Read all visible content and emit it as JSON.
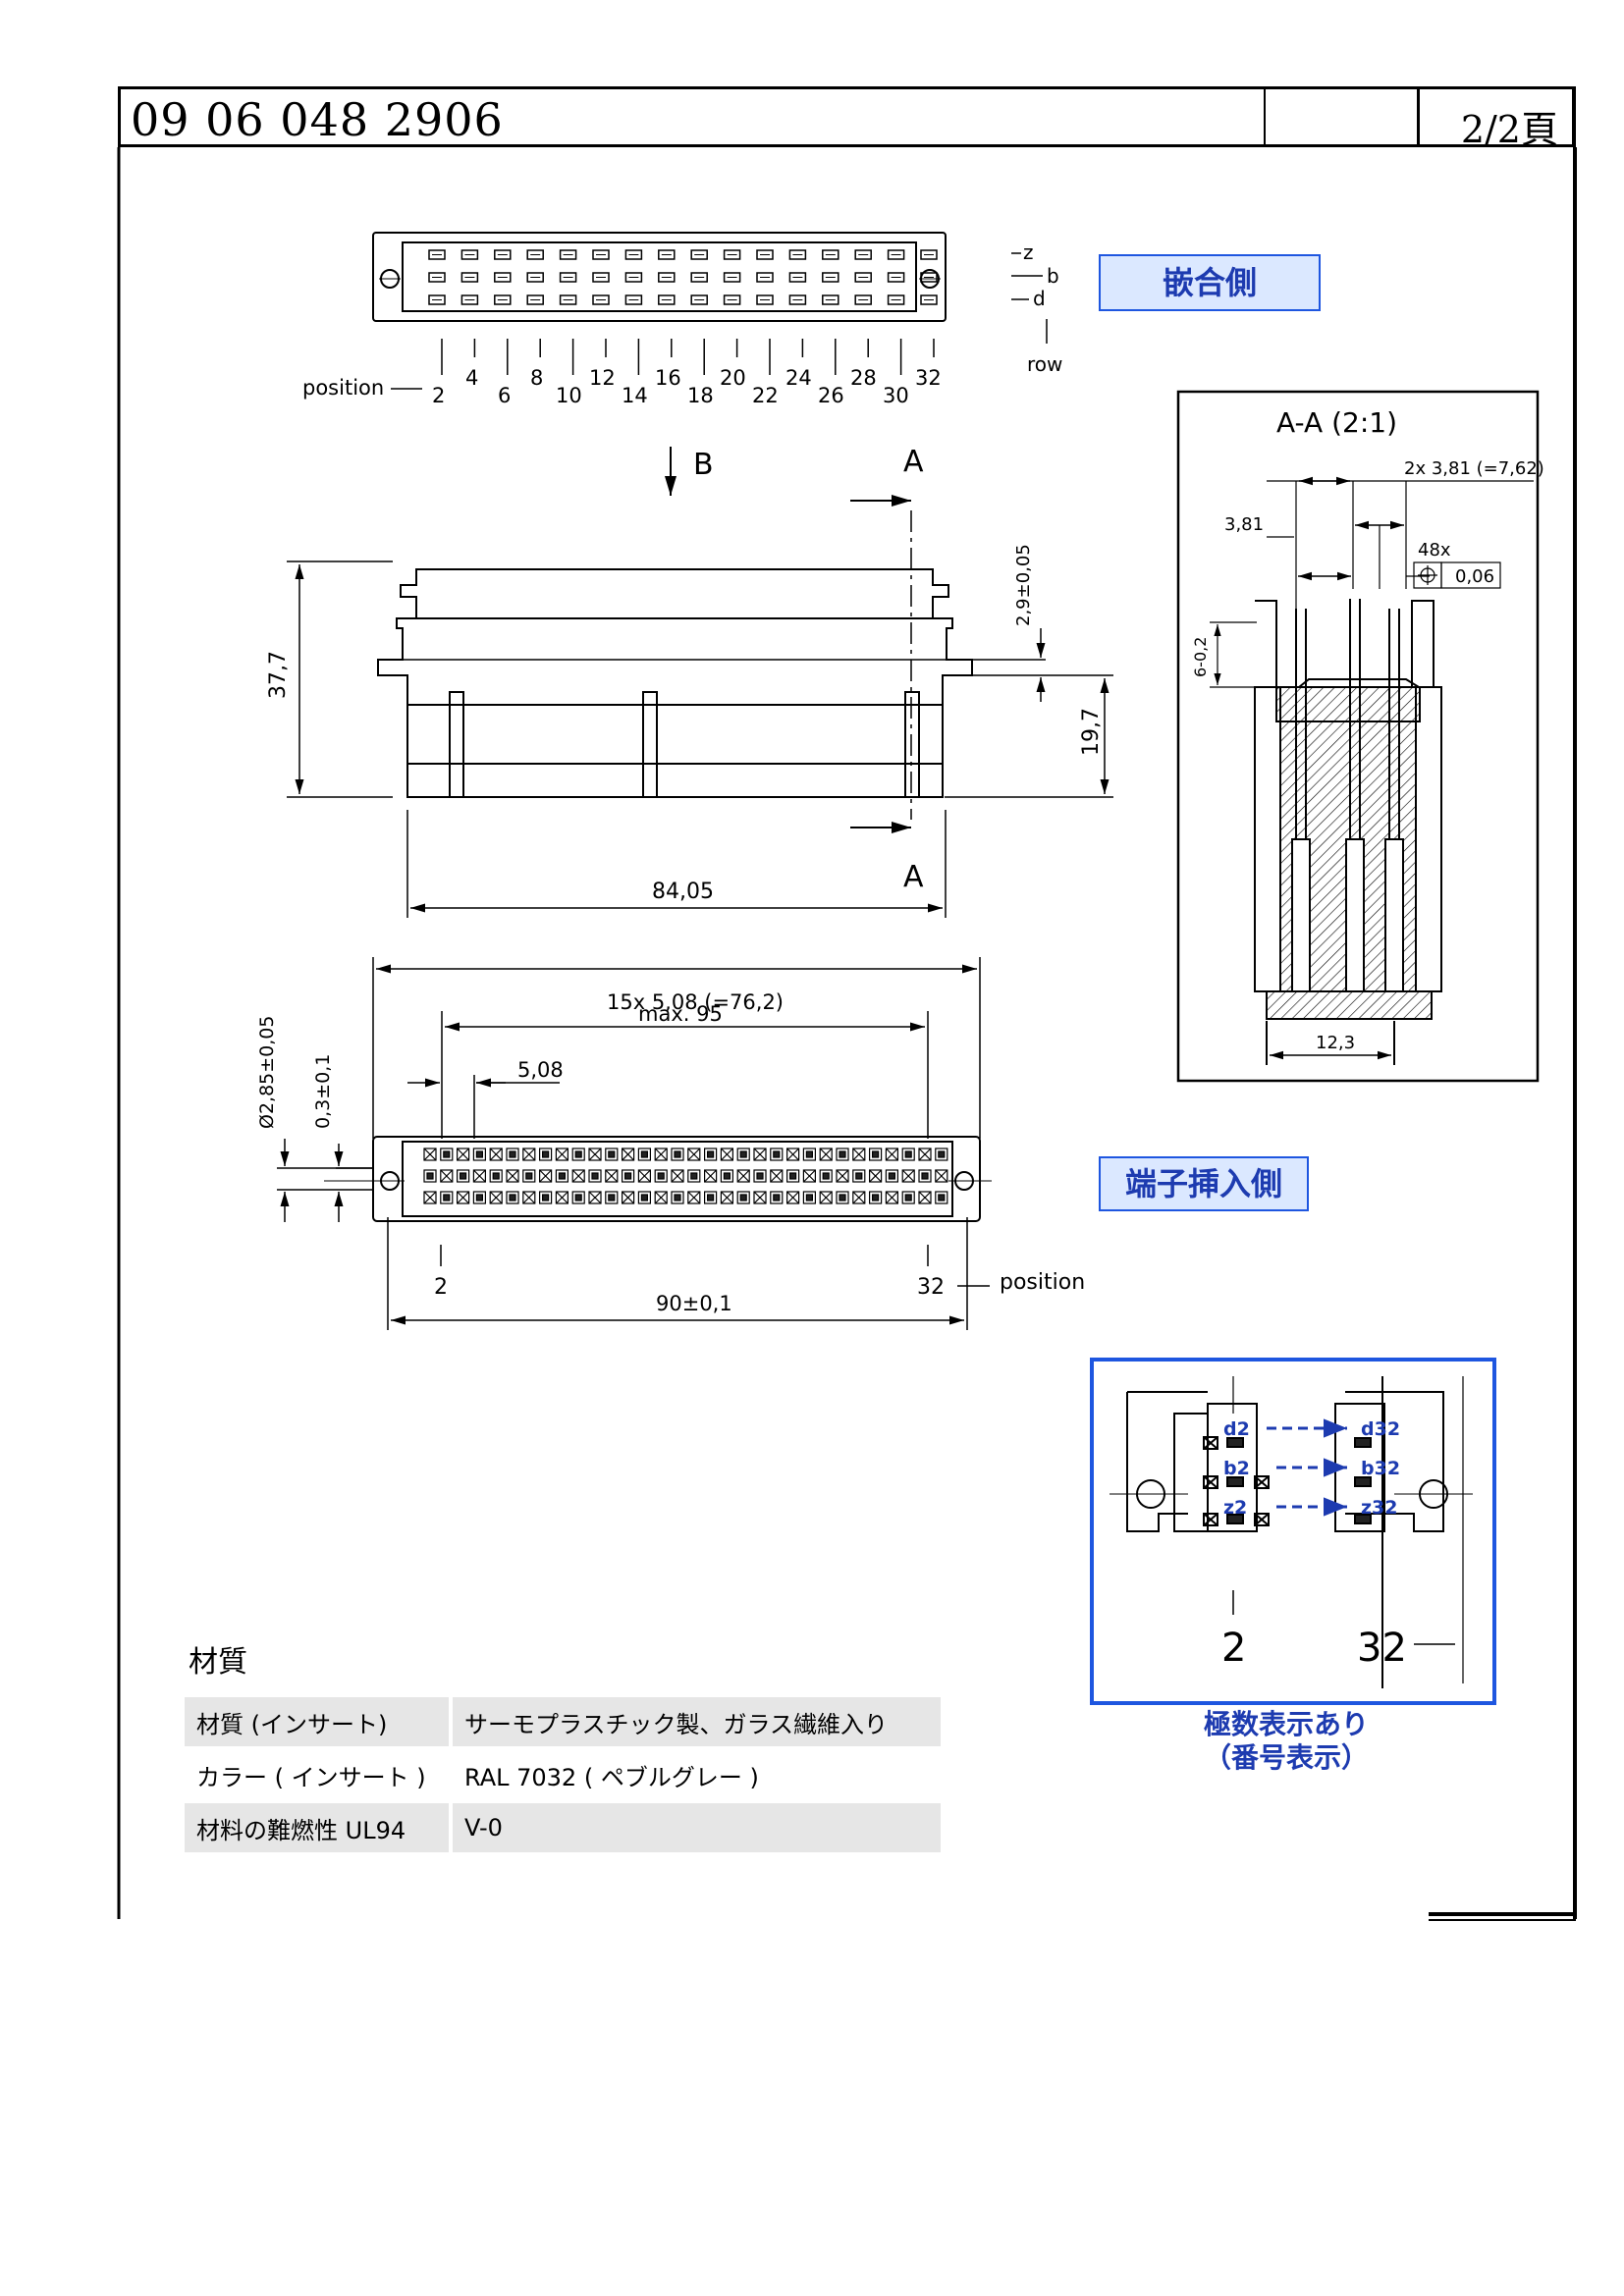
{
  "header": {
    "doc_number": "09 06 048 2906",
    "page": "2/2頁"
  },
  "drawing": {
    "rows": [
      "z",
      "b",
      "d"
    ],
    "row_label": "row",
    "position_label": "position",
    "positions_lower": [
      "2",
      "6",
      "10",
      "14",
      "18",
      "22",
      "26",
      "30"
    ],
    "positions_upper": [
      "4",
      "8",
      "12",
      "16",
      "20",
      "24",
      "28",
      "32"
    ],
    "view_b": "B",
    "section_mark": "A",
    "dims": {
      "height": "37,7",
      "offset": "2,9±0,05",
      "depth": "19,7",
      "width_body": "84,05",
      "width_max": "max. 95",
      "pitch_total": "15x 5,08 (=76,2)",
      "pitch": "5,08",
      "hole_dia": "Ø2,85±0,05",
      "hole_tol": "0,3±0,1",
      "mount_spacing": "90±0,1"
    },
    "bottom_positions": [
      "2",
      "32"
    ],
    "section": {
      "title": "A-A (2:1)",
      "pitch2": "2x 3,81 (=7,62)",
      "pitch1": "3,81",
      "count": "48x",
      "tolerance": "0,06",
      "pin_len": "6-0,2",
      "width": "12,3"
    },
    "polarity": {
      "labels_left": [
        "d2",
        "b2",
        "z2"
      ],
      "labels_right": [
        "d32",
        "b32",
        "z32"
      ],
      "positions": [
        "2",
        "32"
      ]
    }
  },
  "callouts": {
    "mating_side": "嵌合側",
    "terminal_side": "端子挿入側",
    "polarity_line1": "極数表示あり",
    "polarity_line2": "（番号表示）"
  },
  "materials": {
    "heading": "材質",
    "rows": [
      {
        "key": "材質 (インサート)",
        "value": "サーモプラスチック製、ガラス繊維入り"
      },
      {
        "key": "カラー ( インサート )",
        "value": "RAL 7032 ( ペブルグレー )"
      },
      {
        "key": "材料の難燃性 UL94",
        "value": "V-0"
      }
    ]
  },
  "colors": {
    "callout_fill": "#dbe8ff",
    "callout_border": "#1e56e0",
    "callout_text": "#1d3bb0",
    "table_alt": "#e6e6e6"
  }
}
